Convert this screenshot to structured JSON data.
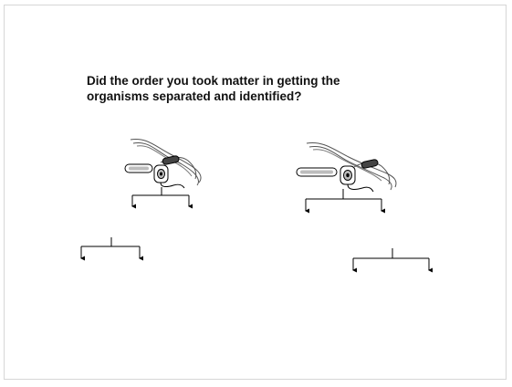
{
  "slide": {
    "title_line_1": "Did the order you took matter in getting the",
    "title_line_2": "organisms separated and identified?"
  },
  "figures": [
    {
      "name": "left-organism-cluster",
      "description_icon": "microorganisms-icon"
    },
    {
      "name": "right-organism-cluster",
      "description_icon": "microorganisms-icon"
    }
  ],
  "colors": {
    "stroke": "#000000",
    "cell_fill": "#bdbdbd",
    "text": "#111111"
  }
}
